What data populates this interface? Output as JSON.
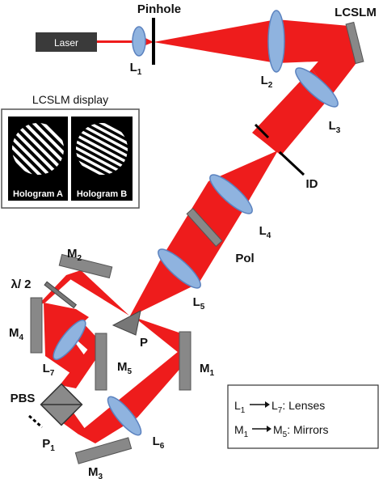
{
  "components": {
    "laser": "Laser",
    "pinhole": "Pinhole",
    "lcslm": "LCSLM",
    "id": "ID",
    "pol": "Pol",
    "p": "P",
    "pbs": "PBS",
    "waveplate": "λ/ 2"
  },
  "lenses": [
    {
      "letter": "L",
      "sub": "1"
    },
    {
      "letter": "L",
      "sub": "2"
    },
    {
      "letter": "L",
      "sub": "3"
    },
    {
      "letter": "L",
      "sub": "4"
    },
    {
      "letter": "L",
      "sub": "5"
    },
    {
      "letter": "L",
      "sub": "6"
    },
    {
      "letter": "L",
      "sub": "7"
    }
  ],
  "mirrors": [
    {
      "letter": "M",
      "sub": "1"
    },
    {
      "letter": "M",
      "sub": "2"
    },
    {
      "letter": "M",
      "sub": "3"
    },
    {
      "letter": "M",
      "sub": "4"
    },
    {
      "letter": "M",
      "sub": "5"
    }
  ],
  "p1": {
    "letter": "P",
    "sub": "1"
  },
  "display_panel": {
    "title": "LCSLM display",
    "holo_a": "Hologram A",
    "holo_b": "Hologram B"
  },
  "legend": {
    "row1": {
      "a": "L",
      "a_sub": "1",
      "b": "L",
      "b_sub": "7",
      "text": ": Lenses"
    },
    "row2": {
      "a": "M",
      "a_sub": "1",
      "b": "M",
      "b_sub": "5",
      "text": ": Mirrors"
    }
  },
  "colors": {
    "beam": "#ee1c1c",
    "lens": "#8fb3df",
    "lens_edge": "#5b82bf",
    "component": "#888888"
  }
}
